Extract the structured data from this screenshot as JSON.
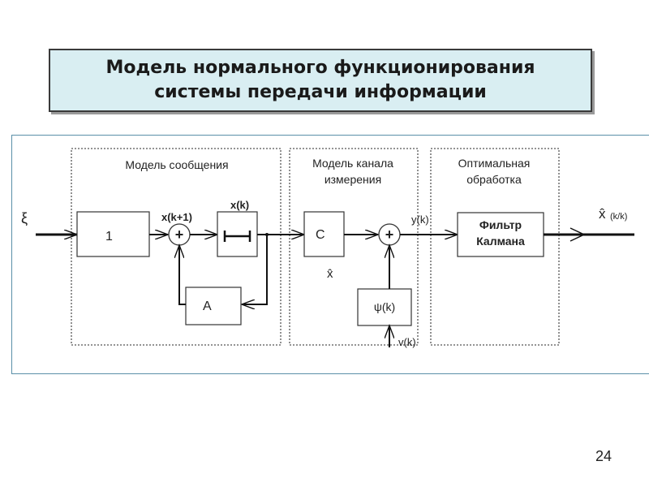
{
  "title": "Модель нормального функционирования\nсистемы передачи информации",
  "page_number": "24",
  "diagram": {
    "input_symbol": "ξ",
    "output_symbol": "x̂",
    "output_subscript": "(k/k)",
    "sections": {
      "message_model": "Модель сообщения",
      "channel_model_line1": "Модель канала",
      "channel_model_line2": "измерения",
      "optimal_line1": "Оптимальная",
      "optimal_line2": "обработка"
    },
    "blocks": {
      "block1": "1",
      "blockA": "A",
      "blockC": "C",
      "blockPsi": "ψ(k)",
      "kalman_line1": "Фильтр",
      "kalman_line2": "Калмана"
    },
    "signals": {
      "x_k1": "x(k+1)",
      "x_k": "x(k)",
      "x_hat": "x̂",
      "y_k": "y(k)",
      "v_k": "v(k)"
    }
  }
}
